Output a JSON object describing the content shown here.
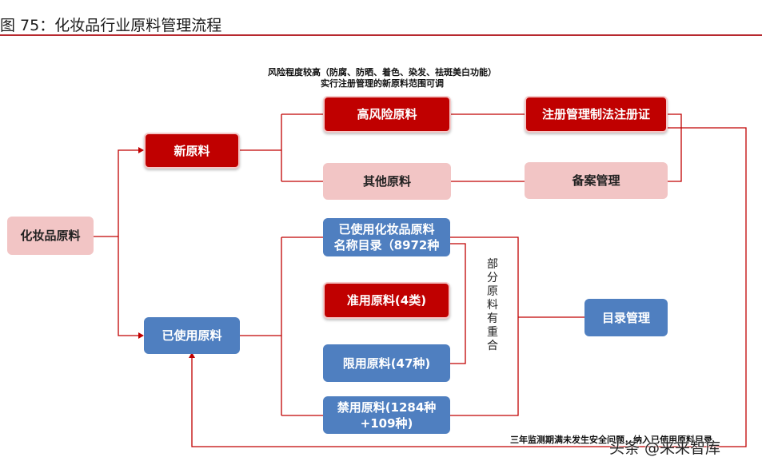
{
  "figure": {
    "title": "图 75：化妆品行业原料管理流程"
  },
  "notes": {
    "risk_line1": "风险程度较高（防腐、防晒、着色、染发、祛斑美白功能）",
    "risk_line2": "实行注册管理的新原料范围可调",
    "monitor": "三年监测期满未发生安全问题，纳入已使用原料目录"
  },
  "nodes": {
    "cosmetics": "化妆品原料",
    "new": "新原料",
    "used": "已使用原料",
    "high_risk": "高风险原料",
    "other": "其他原料",
    "registration": "注册管理制法注册证",
    "filing": "备案管理",
    "catalog_line1": "已使用化妆品原料",
    "catalog_line2": "名称目录（8972种",
    "permitted": "准用原料(4类)",
    "restricted": "限用原料(47种)",
    "banned_line1": "禁用原料(1284种",
    "banned_line2": "+109种)",
    "catalog_mgmt": "目录管理"
  },
  "overlap_chars": [
    "部",
    "分",
    "原",
    "料",
    "有",
    "重",
    "合"
  ],
  "watermark": "头条 @来来智库",
  "colors": {
    "red": "#c00000",
    "pink": "#f2c5c5",
    "blue": "#4f7fc0",
    "line": "#c00000"
  }
}
